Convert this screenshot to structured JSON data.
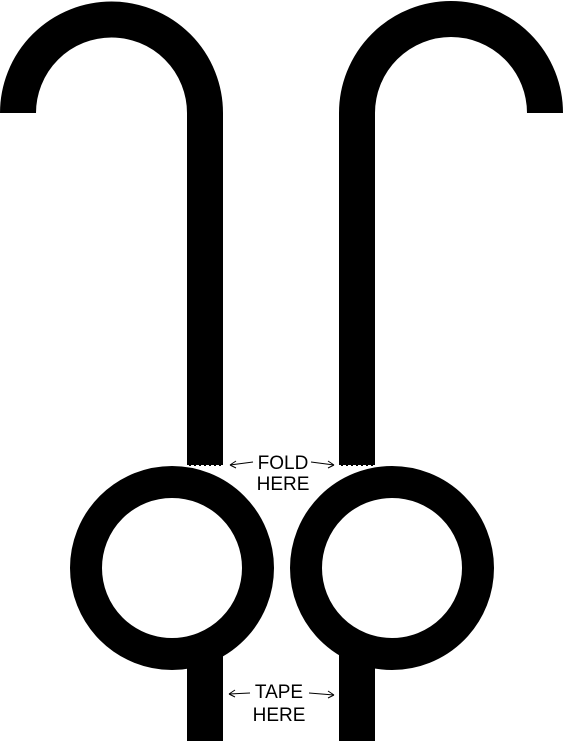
{
  "diagram": {
    "fold_label_line1": "FOLD",
    "fold_label_line2": "HERE",
    "tape_label_line1": "TAPE",
    "tape_label_line2": "HERE"
  },
  "colors": {
    "ink": "#000000",
    "background": "#ffffff"
  }
}
